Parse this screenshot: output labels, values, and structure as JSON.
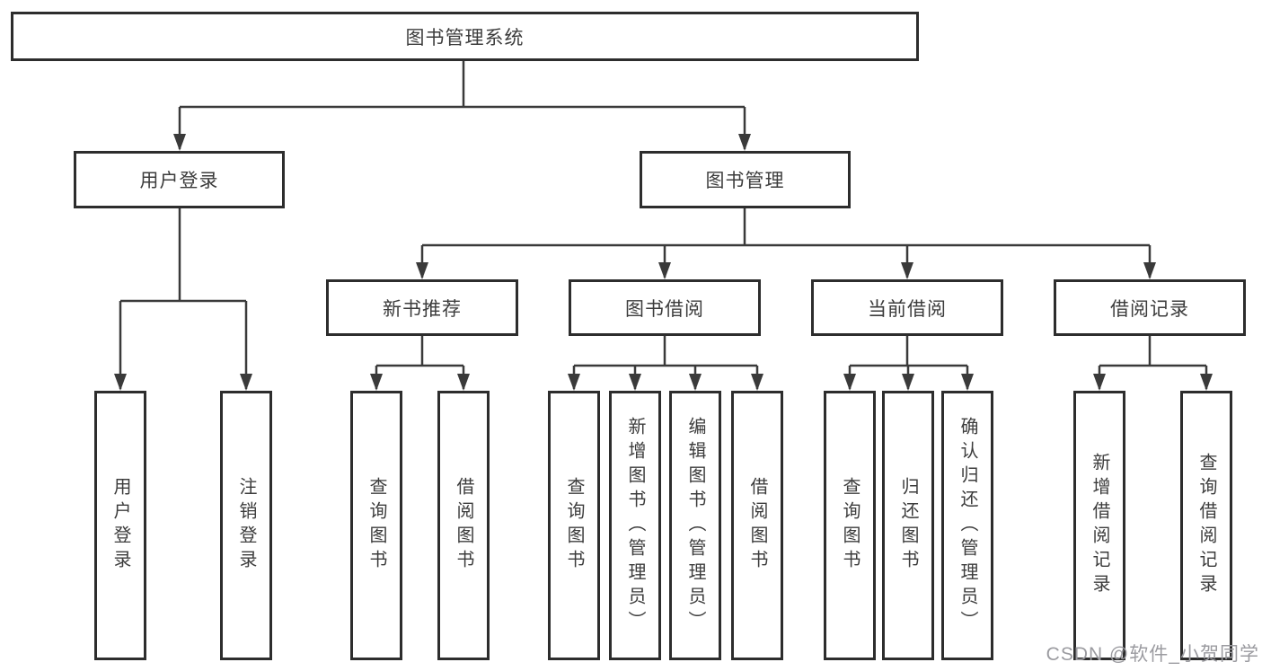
{
  "diagram": {
    "title_node": "图书管理系统",
    "tree": {
      "root": {
        "label": "图书管理系统"
      },
      "branches": [
        {
          "label": "用户登录",
          "children": [
            {
              "label": "用户登录"
            },
            {
              "label": "注销登录"
            }
          ]
        },
        {
          "label": "图书管理",
          "children": [
            {
              "label": "新书推荐",
              "children": [
                {
                  "label": "查询图书"
                },
                {
                  "label": "借阅图书"
                }
              ]
            },
            {
              "label": "图书借阅",
              "children": [
                {
                  "label": "查询图书"
                },
                {
                  "label": "新增图书（管理员）"
                },
                {
                  "label": "编辑图书（管理员）"
                },
                {
                  "label": "借阅图书"
                }
              ]
            },
            {
              "label": "当前借阅",
              "children": [
                {
                  "label": "查询图书"
                },
                {
                  "label": "归还图书"
                },
                {
                  "label": "确认归还（管理员）"
                }
              ]
            },
            {
              "label": "借阅记录",
              "children": [
                {
                  "label": "新增借阅记录"
                },
                {
                  "label": "查询借阅记录"
                }
              ]
            }
          ]
        }
      ]
    },
    "colors": {
      "background": "#ffffff",
      "box_border": "#2d2d2d",
      "connector_line": "#3a3a3a",
      "text": "#3c3c3c",
      "watermark_text": "#9b9ba0"
    }
  },
  "watermark": {
    "text": "CSDN @软件_小贺同学"
  }
}
